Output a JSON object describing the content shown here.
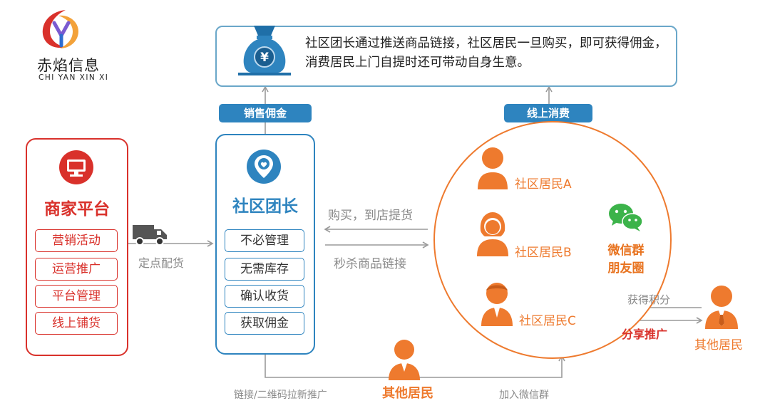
{
  "logo": {
    "name": "赤焰信息",
    "subtitle": "CHI YAN XIN XI"
  },
  "info": {
    "text": "社区团长通过推送商品链接，社区居民一旦购买，即可获得佣金，消费居民上门自提时还可带动自身生意。"
  },
  "badges": {
    "sales_commission": "销售佣金",
    "online_consumption": "线上消费"
  },
  "merchant": {
    "title": "商家平台",
    "items": [
      "营销活动",
      "运营推广",
      "平台管理",
      "线上铺货"
    ]
  },
  "delivery": {
    "label": "定点配货"
  },
  "leader": {
    "title": "社区团长",
    "items": [
      "不必管理",
      "无需库存",
      "确认收货",
      "获取佣金"
    ]
  },
  "flows": {
    "buy_pickup": "购买，到店提货",
    "flash_link": "秒杀商品链接"
  },
  "residents": {
    "a": "社区居民A",
    "b": "社区居民B",
    "c": "社区居民C",
    "wechat_line1": "微信群",
    "wechat_line2": "朋友圈"
  },
  "share": {
    "points": "获得积分",
    "promote": "分享推广",
    "others": "其他居民"
  },
  "bottom": {
    "invite": "链接/二维码拉新推广",
    "others": "其他居民",
    "join_group": "加入微信群"
  },
  "colors": {
    "blue": "#2e84bf",
    "red": "#d9312b",
    "orange": "#ee7a2e",
    "gray": "#8a8a8a",
    "green": "#3cb34a"
  }
}
